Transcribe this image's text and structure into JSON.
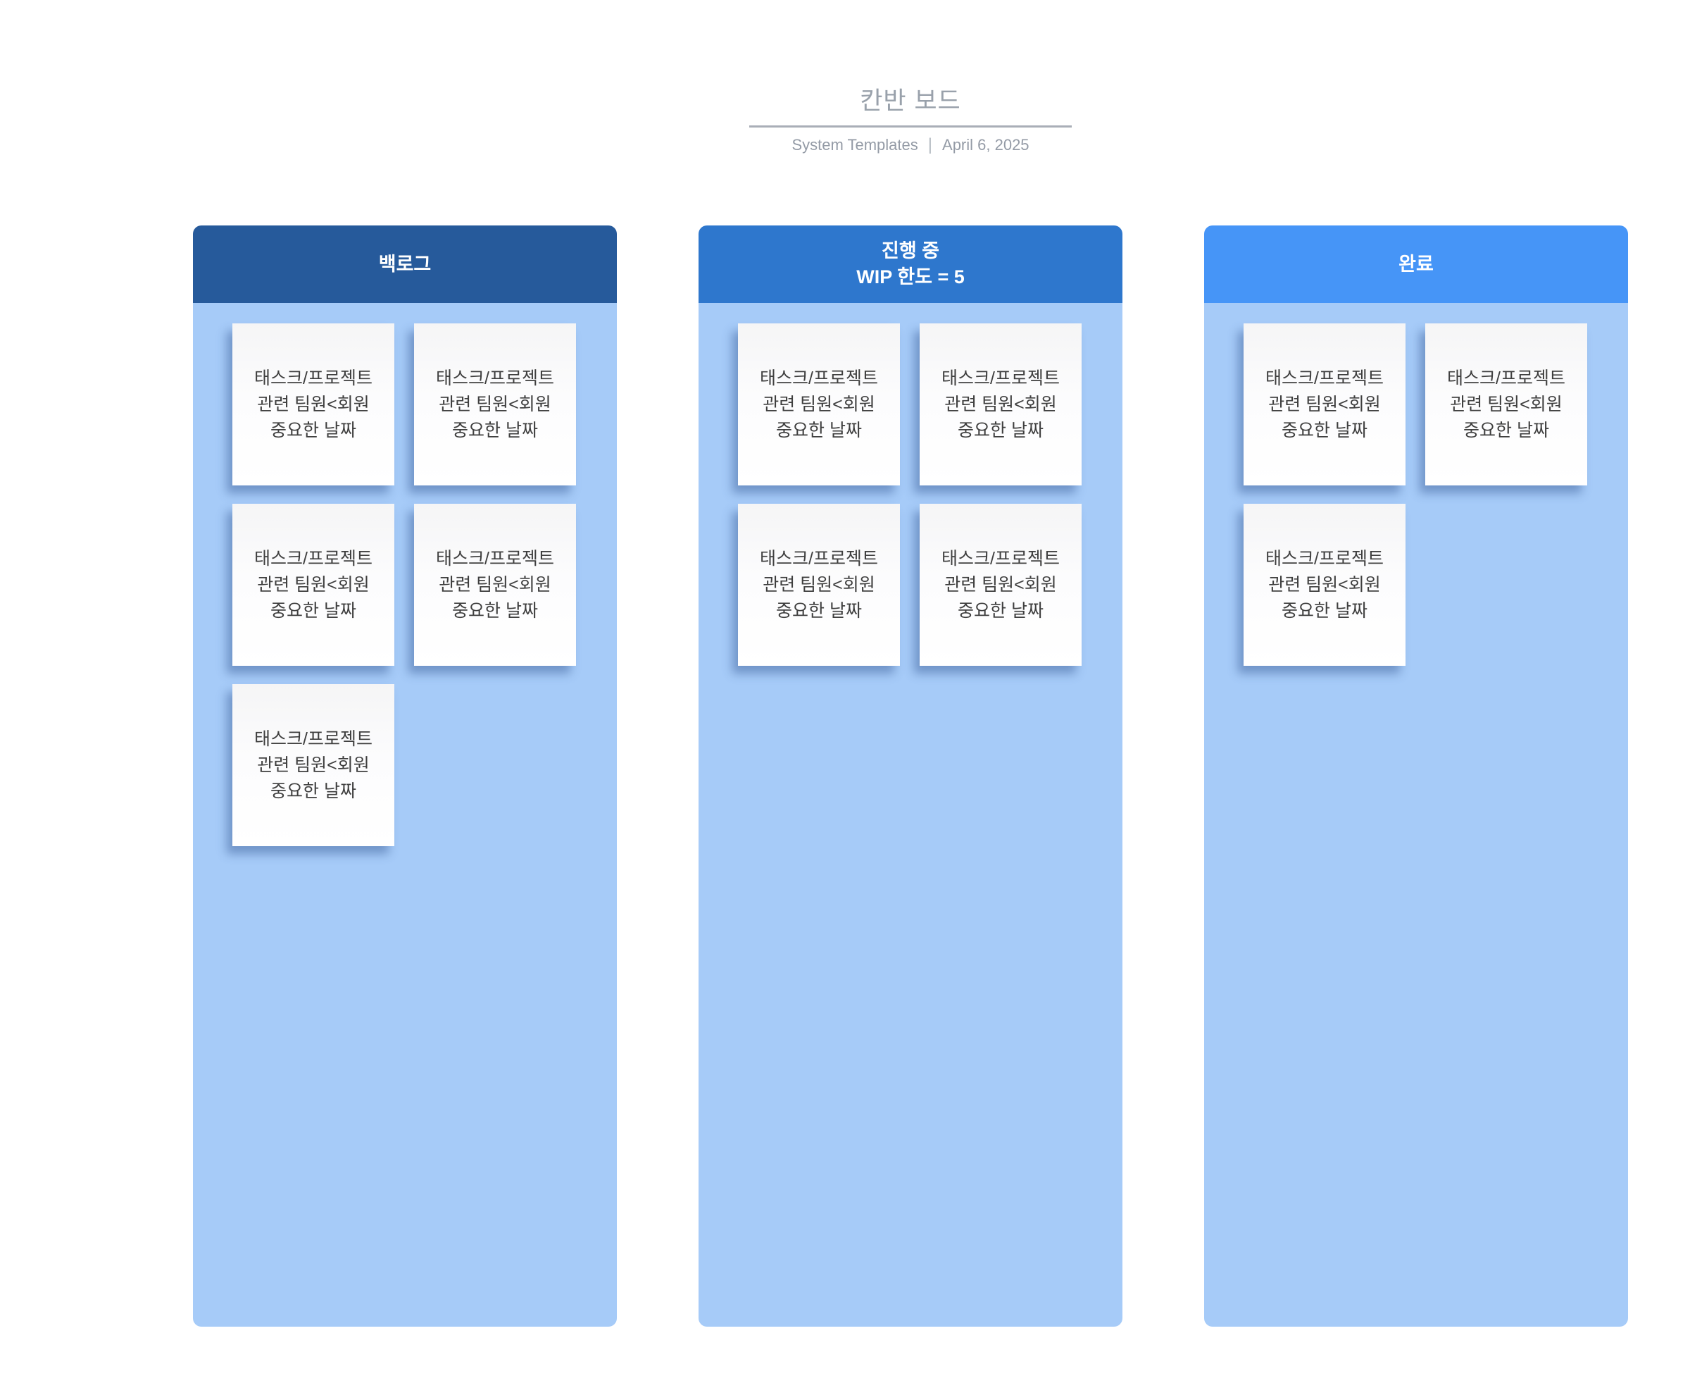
{
  "header": {
    "title": "칸반 보드",
    "source": "System Templates",
    "separator": "|",
    "date": "April 6, 2025"
  },
  "card": {
    "lines": [
      "태스크/프로젝트",
      "관련 팀원<회원",
      "중요한 날짜"
    ]
  },
  "columns": [
    {
      "id": "backlog",
      "title": "백로그",
      "header_color": "#265a9b",
      "card_count": 5
    },
    {
      "id": "in-progress",
      "title": "진행 중",
      "subtitle": "WIP 한도 = 5",
      "header_color": "#2e77cd",
      "card_count": 4
    },
    {
      "id": "done",
      "title": "완료",
      "header_color": "#4695f7",
      "card_count": 3
    }
  ],
  "colors": {
    "page_background": "#ffffff",
    "column_body": "#a6cbf8",
    "title_text": "#99a1ab",
    "subtitle_text": "#949ba6",
    "divider": "#a9aeb7",
    "card_text": "#3f3f3f",
    "header_text": "#ffffff"
  }
}
